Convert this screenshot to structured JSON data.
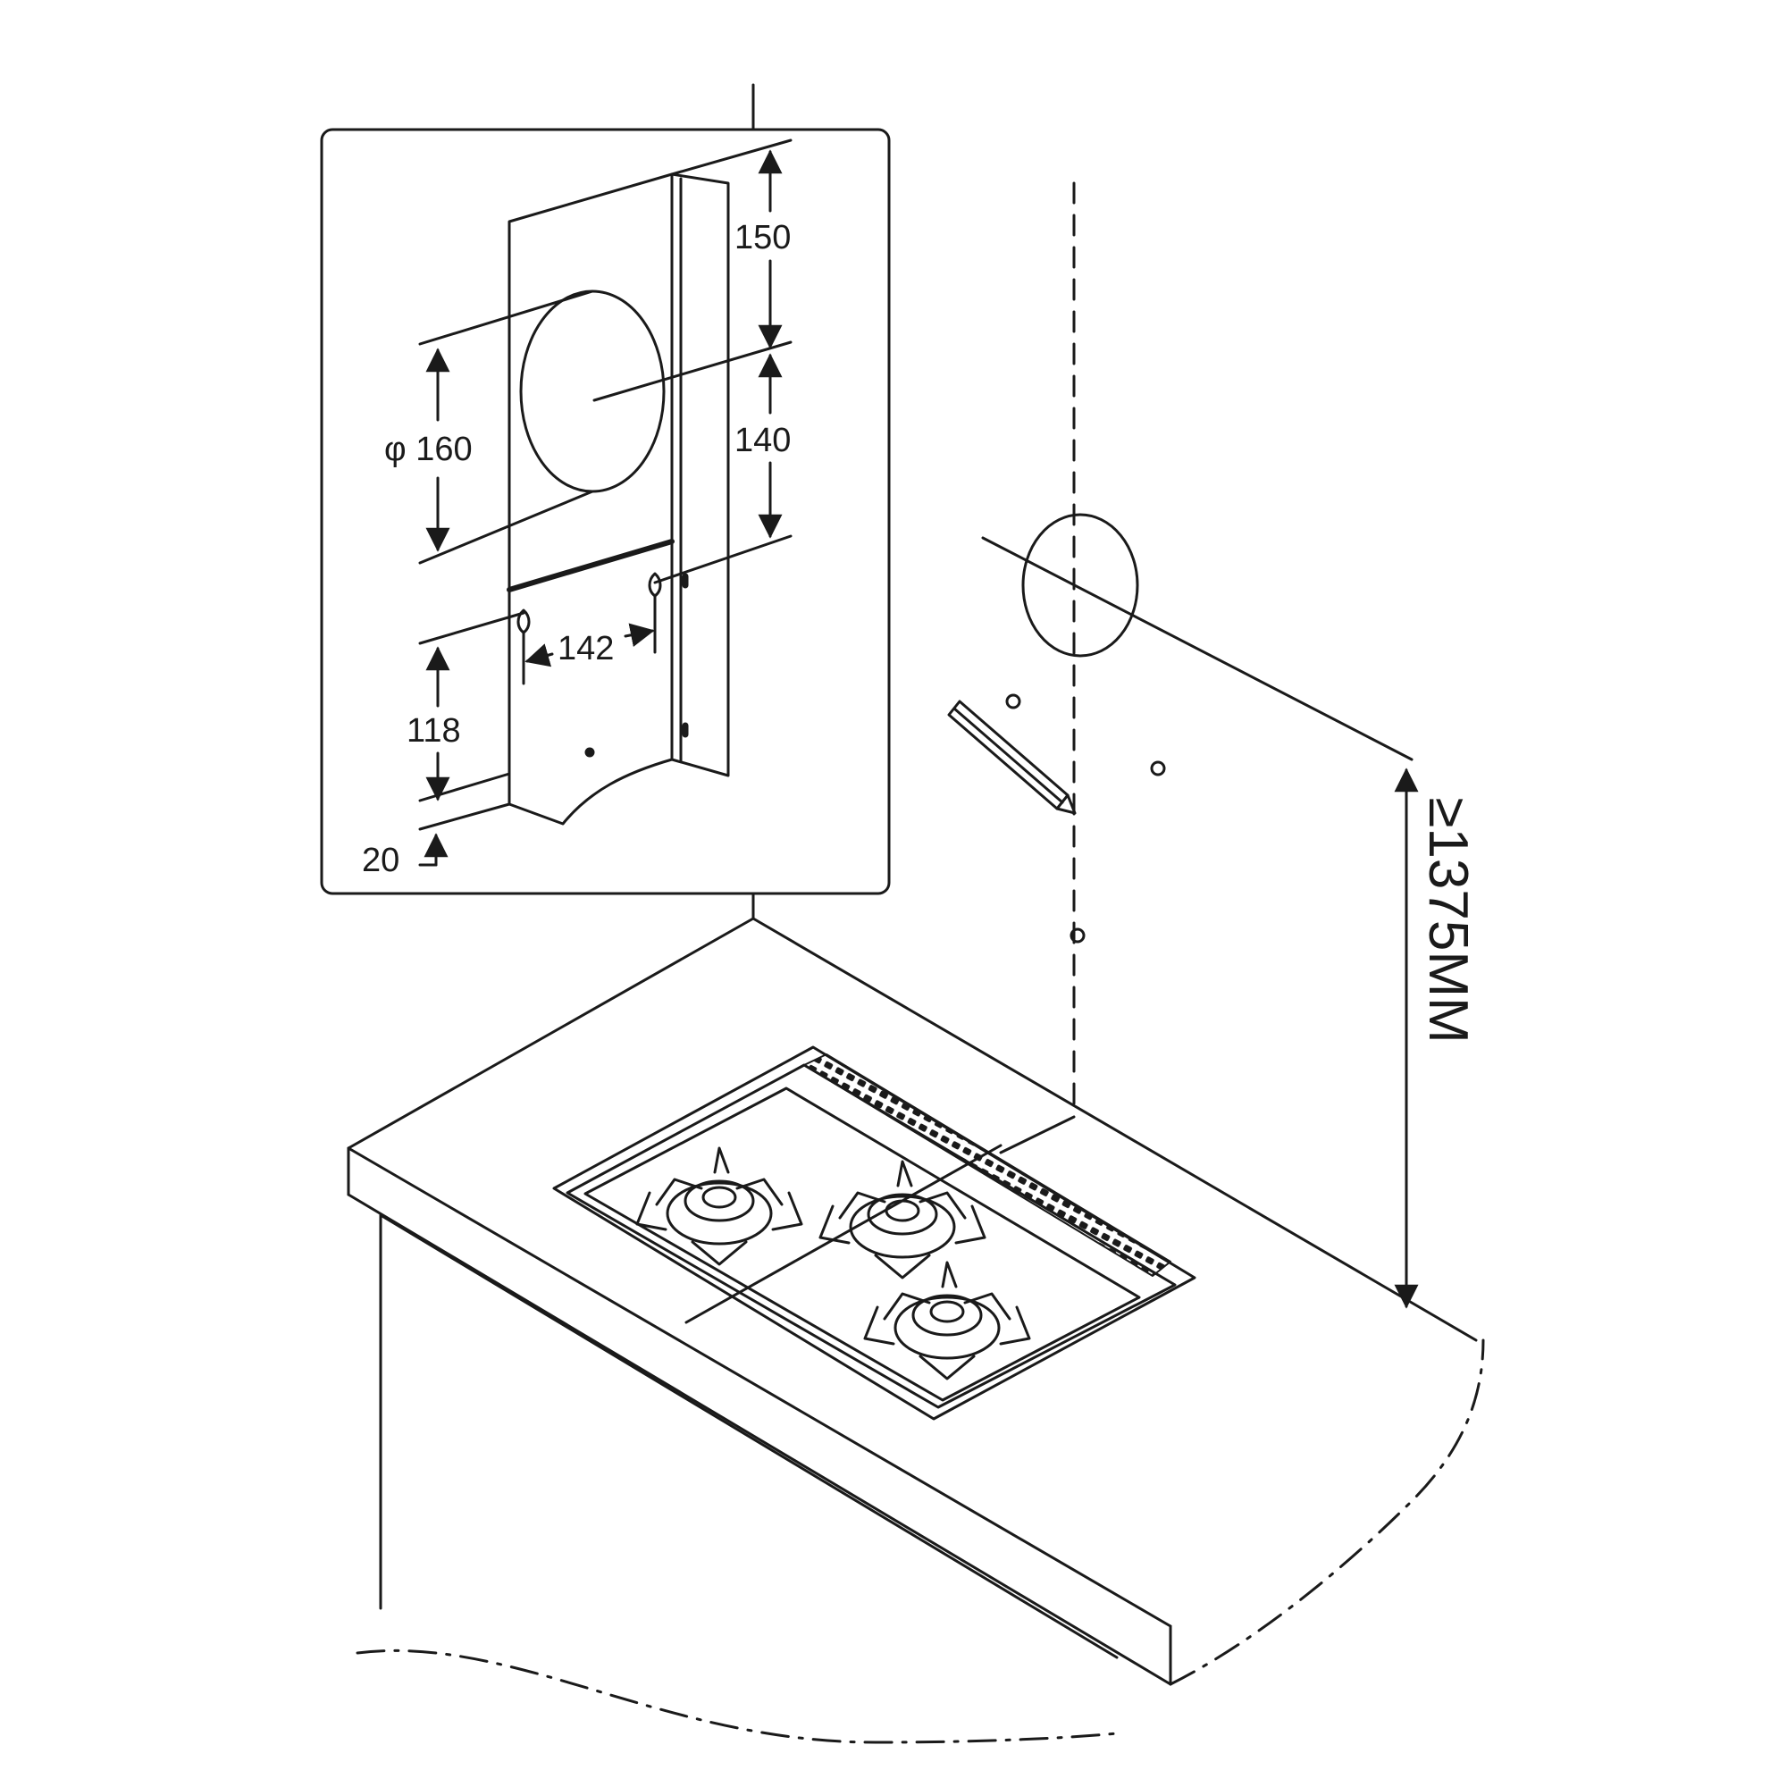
{
  "dimensions": {
    "top_offset": "150",
    "hole_diameter": "φ 160",
    "center_to_keyhole": "140",
    "keyhole_spacing": "142",
    "keyhole_to_bottom": "118",
    "bottom_margin": "20",
    "min_height": "≥1375MM"
  },
  "colors": {
    "ink": "#1a1a1a",
    "background": "#ffffff"
  },
  "icons": [
    "pencil-icon",
    "gas-burner-icon",
    "keyhole-icon"
  ]
}
